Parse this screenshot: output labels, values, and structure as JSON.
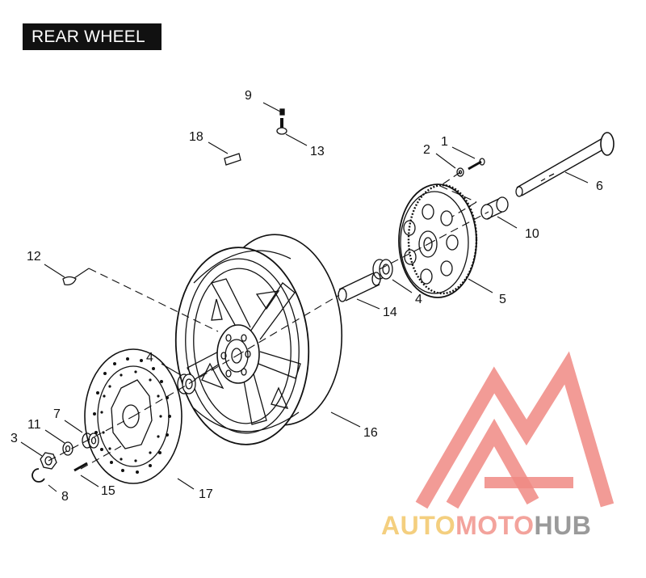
{
  "title": "REAR WHEEL",
  "colors": {
    "logo_red": "#f08a84",
    "brand_yellow": "#f4cf7f",
    "brand_pink": "#f3a39c",
    "brand_gray": "#9a9a9a"
  },
  "brand": {
    "part1": "AUTO",
    "part2": "MOTO",
    "part3": "HUB"
  },
  "callouts": {
    "c1": "1",
    "c2": "2",
    "c3": "3",
    "c4a": "4",
    "c4b": "4",
    "c5": "5",
    "c6": "6",
    "c7": "7",
    "c8": "8",
    "c9": "9",
    "c10": "10",
    "c11": "11",
    "c12": "12",
    "c13": "13",
    "c14": "14",
    "c15": "15",
    "c16": "16",
    "c17": "17",
    "c18": "18"
  }
}
